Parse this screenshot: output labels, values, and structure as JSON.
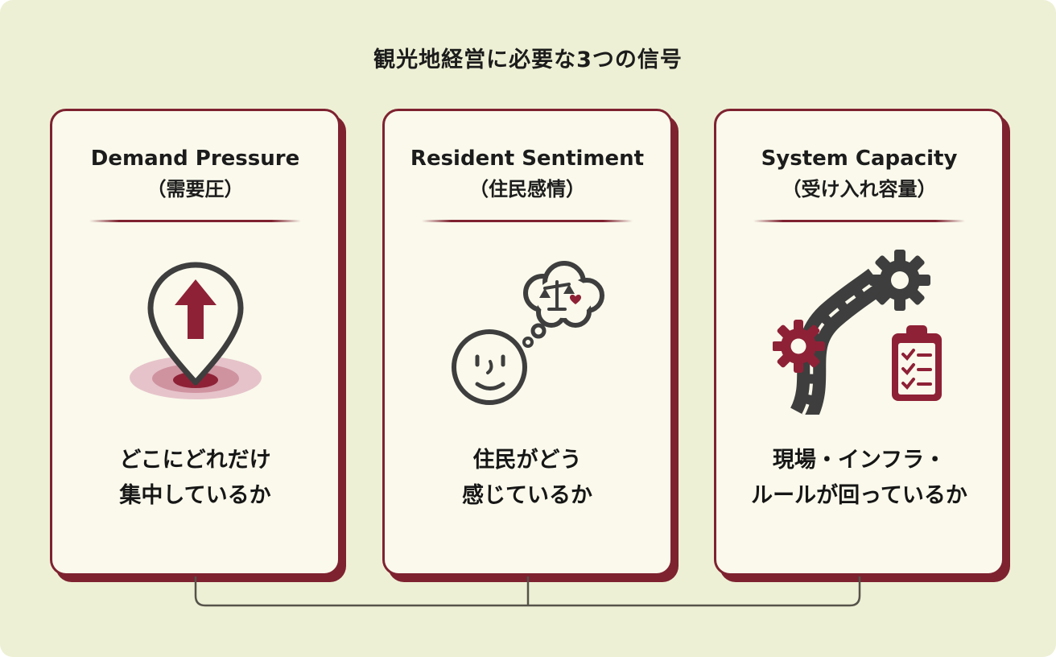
{
  "title": "観光地経営に必要な3つの信号",
  "colors": {
    "background": "#eef0d5",
    "card_background": "#faf9ec",
    "accent_maroon": "#7e2230",
    "icon_maroon": "#8e2136",
    "icon_gray": "#3e3e3e",
    "text": "#1c1c1c",
    "connector_line": "#55534a"
  },
  "cards": [
    {
      "title_en": "Demand Pressure",
      "title_ja": "（需要圧）",
      "icon": "map-pin-up-arrow-icon",
      "desc_line1": "どこにどれだけ",
      "desc_line2": "集中しているか"
    },
    {
      "title_en": "Resident Sentiment",
      "title_ja": "（住民感情）",
      "icon": "face-thought-bubble-scale-heart-icon",
      "desc_line1": "住民がどう",
      "desc_line2": "感じているか"
    },
    {
      "title_en": "System Capacity",
      "title_ja": "（受け入れ容量）",
      "icon": "gears-road-checklist-icon",
      "desc_line1": "現場・インフラ・",
      "desc_line2": "ルールが回っているか"
    }
  ]
}
